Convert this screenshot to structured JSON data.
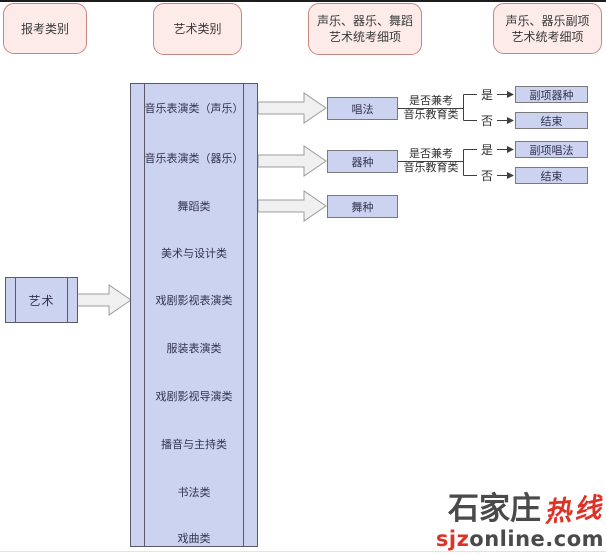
{
  "headers": {
    "registration": "报考类别",
    "art_category": "艺术类别",
    "exam_details_line1": "声乐、器乐、舞蹈",
    "exam_details_line2": "艺术统考细项",
    "secondary_details_line1": "声乐、器乐副项",
    "secondary_details_line2": "艺术统考细项"
  },
  "start_node": "艺术",
  "categories": [
    "音乐表演类（声乐）",
    "音乐表演类（器乐）",
    "舞蹈类",
    "美术与设计类",
    "戏剧影视表演类",
    "服装表演类",
    "戏剧影视导演类",
    "播音与主持类",
    "书法类",
    "戏曲类"
  ],
  "detail_nodes": [
    "唱法",
    "器种",
    "舞种"
  ],
  "decisions": [
    {
      "question_line1": "是否兼考",
      "question_line2": "音乐教育类",
      "yes": "是",
      "no": "否",
      "yes_result": "副项器种",
      "no_result": "结束"
    },
    {
      "question_line1": "是否兼考",
      "question_line2": "音乐教育类",
      "yes": "是",
      "no": "否",
      "yes_result": "副项唱法",
      "no_result": "结束"
    }
  ],
  "watermark": {
    "brand_bold": "石家庄",
    "brand_red": "热线",
    "url_red": "sjz",
    "url_dark": "online.com"
  },
  "colors": {
    "header_fill": "#fcebe9",
    "header_border": "#c9867e",
    "node_fill": "#ccd3f0",
    "node_border": "#7a7a7a",
    "process_border": "#595968",
    "block_arrow_fill": "#f0f0f0",
    "block_arrow_border": "#9c9c9c",
    "line": "#3f3f3f",
    "watermark_red": "#df3226",
    "watermark_dark": "#4a4a4a"
  }
}
